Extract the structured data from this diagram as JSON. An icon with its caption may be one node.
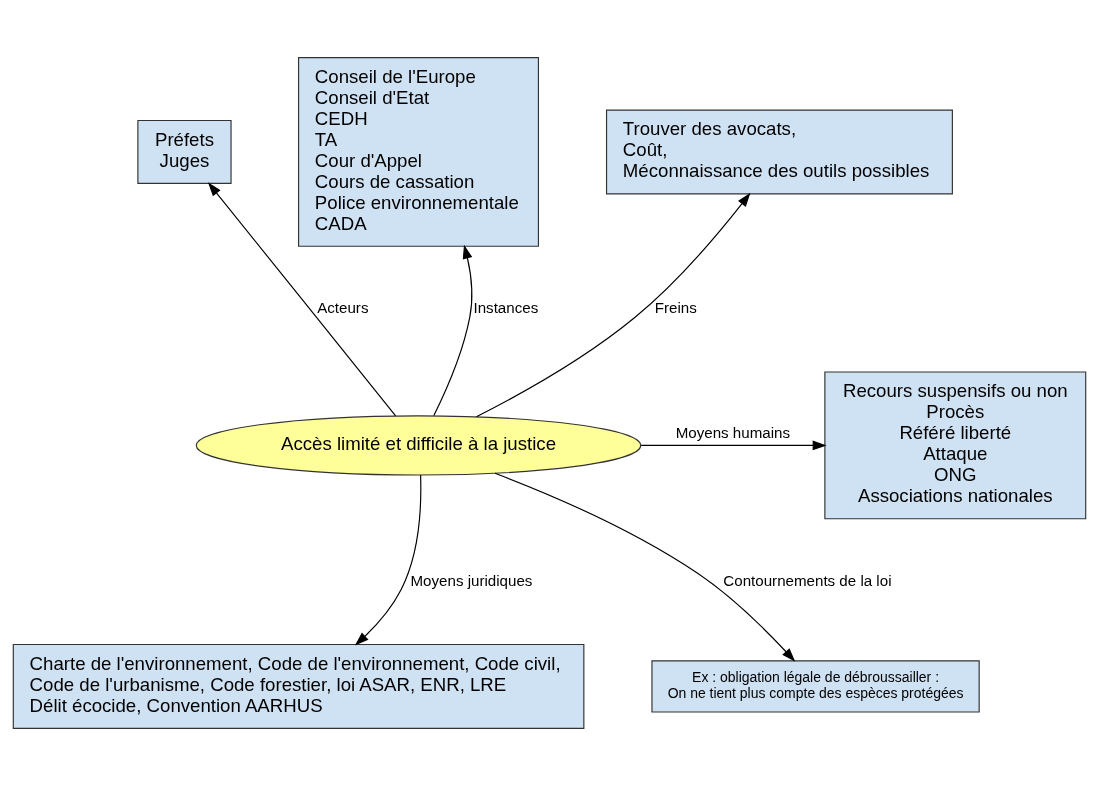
{
  "diagram": {
    "nodes": [
      {
        "text": [
          "Accès limité et difficile à la justice"
        ]
      },
      {
        "text": [
          "Préfets",
          "Juges"
        ]
      },
      {
        "text": [
          "Conseil de l'Europe",
          "Conseil d'Etat",
          "CEDH",
          "TA",
          "Cour d'Appel",
          "Cours de cassation",
          "Police environnementale",
          "CADA"
        ]
      },
      {
        "text": [
          "Recours suspensifs ou non",
          "Procès",
          "Référé liberté",
          "Attaque",
          "ONG",
          "Associations nationales"
        ]
      },
      {
        "text": [
          "Charte de l'environnement, Code de l'environnement, Code civil,",
          "Code de l'urbanisme, Code forestier, loi ASAR, ENR, LRE",
          "Délit écocide, Convention AARHUS"
        ]
      },
      {
        "text": [
          "Ex : obligation légale de débroussailler :",
          "On ne tient plus compte des espèces protégées"
        ]
      },
      {
        "text": [
          "Trouver des avocats,",
          "Coût,",
          "Méconnaissance des outils possibles"
        ]
      }
    ],
    "edges": [
      {
        "from": 0,
        "to": 1,
        "arrow": "to",
        "label": "Acteurs"
      },
      {
        "from": 0,
        "to": 2,
        "arrow": "to",
        "label": "Instances"
      },
      {
        "from": 0,
        "to": 3,
        "arrow": "to",
        "label": "Moyens humains"
      },
      {
        "from": 0,
        "to": 4,
        "arrow": "to",
        "label": "Moyens juridiques"
      },
      {
        "from": 0,
        "to": 5,
        "arrow": "to",
        "label": "Contournements de la loi"
      },
      {
        "from": 0,
        "to": 6,
        "arrow": "to",
        "label": "Freins"
      }
    ]
  }
}
